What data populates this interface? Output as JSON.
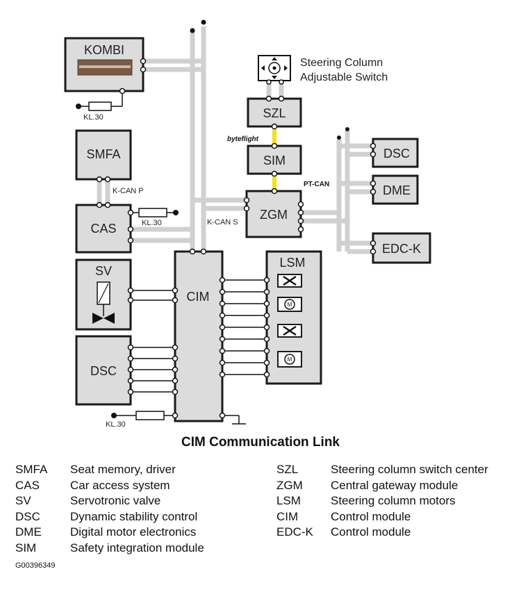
{
  "modules": {
    "kombi": "KOMBI",
    "smfa": "SMFA",
    "cas": "CAS",
    "sv": "SV",
    "dsc_left": "DSC",
    "cim": "CIM",
    "szl": "SZL",
    "sim": "SIM",
    "zgm": "ZGM",
    "lsm": "LSM",
    "dsc_right": "DSC",
    "dme": "DME",
    "edck": "EDC-K"
  },
  "labels": {
    "kl30_kombi": "KL.30",
    "kl30_cas": "KL.30",
    "kl30_cim": "KL.30",
    "kcan_p": "K-CAN P",
    "kcan_s": "K-CAN S",
    "byteflight": "byteflight",
    "pt_can": "PT-CAN",
    "steering_switch_line1": "Steering Column",
    "steering_switch_line2": "Adjustable Switch"
  },
  "caption": "CIM Communication Link",
  "legend_left": [
    {
      "abbr": "SMFA",
      "desc": "Seat memory, driver"
    },
    {
      "abbr": "CAS",
      "desc": "Car access system"
    },
    {
      "abbr": "SV",
      "desc": "Servotronic valve"
    },
    {
      "abbr": "DSC",
      "desc": "Dynamic stability control"
    },
    {
      "abbr": "DME",
      "desc": "Digital motor electronics"
    },
    {
      "abbr": "SIM",
      "desc": "Safety integration module"
    }
  ],
  "legend_right": [
    {
      "abbr": "SZL",
      "desc": "Steering column switch center"
    },
    {
      "abbr": "ZGM",
      "desc": "Central gateway module"
    },
    {
      "abbr": "LSM",
      "desc": "Steering column motors"
    },
    {
      "abbr": "CIM",
      "desc": "Control module"
    },
    {
      "abbr": "EDC-K",
      "desc": "Control module"
    }
  ],
  "figure_id": "G00396349",
  "colors": {
    "bus": "#d0d0d0",
    "module_fill": "#dcdcdc",
    "byteflight_link": "#f2e21a",
    "outline": "#1a1a1a"
  }
}
